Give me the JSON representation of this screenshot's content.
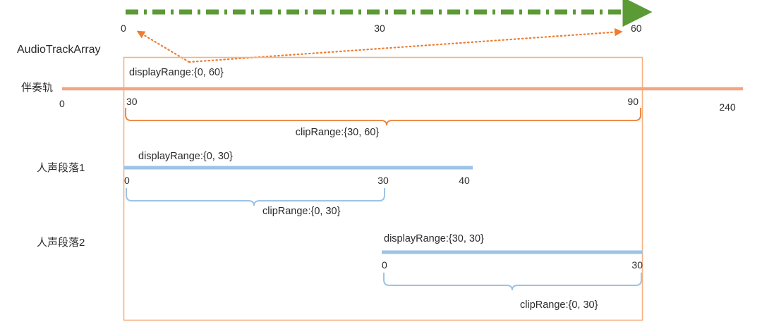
{
  "diagram": {
    "title_label": "AudioTrackArray",
    "timeline_axis": {
      "ticks": [
        "0",
        "30",
        "60"
      ],
      "arrow_style": "dash-dot",
      "color": "#5b9a35"
    },
    "mapping_arrows": {
      "color": "#ed7d31",
      "style": "dotted",
      "from_label": "0",
      "to_label": "60"
    },
    "tracks": [
      {
        "name": "伴奏轨",
        "bar_color": "#f4a582",
        "display_range": "displayRange:{0, 60}",
        "clip_range": "clipRange:{30, 60}",
        "left_tick": "0",
        "start_tick": "30",
        "end_tick": "90",
        "right_tick": "240"
      },
      {
        "name": "人声段落1",
        "bar_color": "#9dc3e6",
        "display_range": "displayRange:{0, 30}",
        "clip_range": "clipRange:{0, 30}",
        "start_tick": "0",
        "mid_tick": "30",
        "end_tick": "40"
      },
      {
        "name": "人声段落2",
        "bar_color": "#9dc3e6",
        "display_range": "displayRange:{30, 30}",
        "clip_range": "clipRange:{0, 30}",
        "start_tick": "0",
        "end_tick": "30"
      }
    ],
    "colors": {
      "orange_box": "#f5b183",
      "orange_line": "#ed7d31",
      "orange_track": "#f4a582",
      "blue": "#9dc3e6",
      "green": "#5b9a35",
      "text": "#2b2b2b"
    }
  }
}
